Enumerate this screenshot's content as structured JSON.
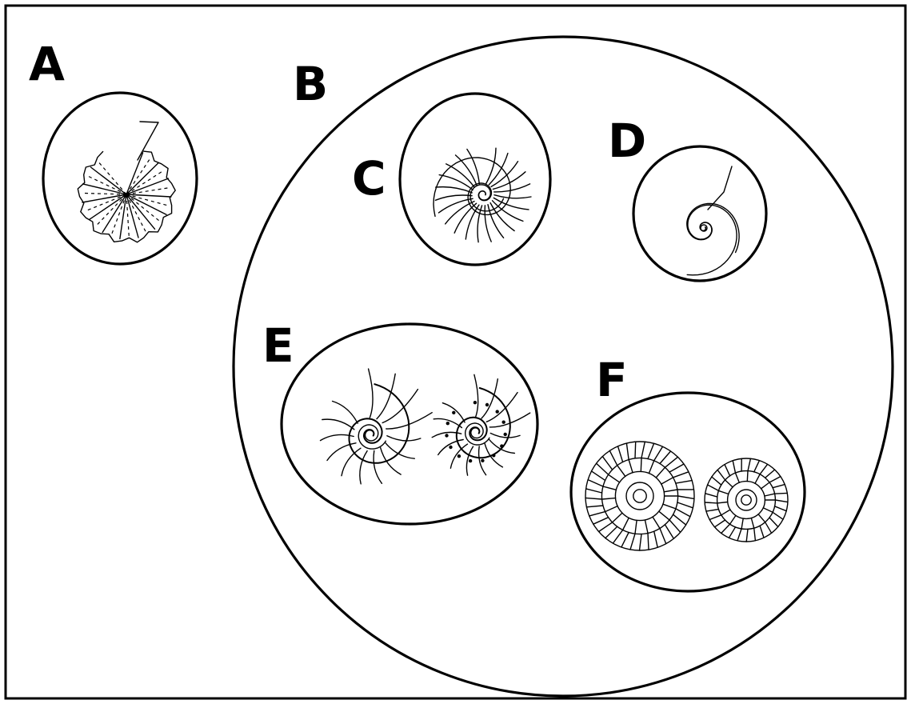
{
  "labels": {
    "a": "A",
    "b": "B",
    "c": "C",
    "d": "D",
    "e": "E",
    "f": "F"
  },
  "colors": {
    "ink": "#000000",
    "paper": "#ffffff"
  },
  "icons": [
    "ribbed-shell-icon",
    "smooth-shell-icon",
    "nodose-shell-icon",
    "evolute-ammonite-icon"
  ]
}
